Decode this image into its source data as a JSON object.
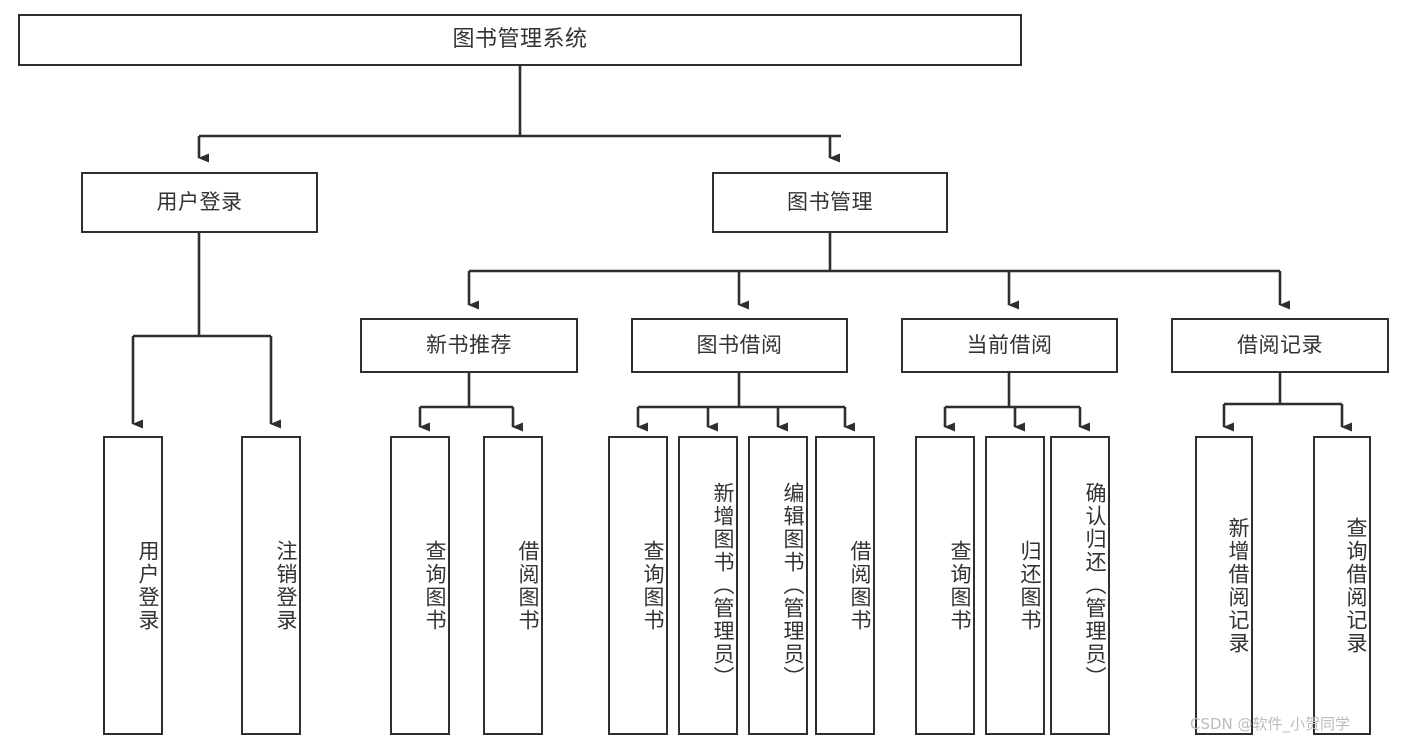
{
  "diagram": {
    "title": "图书管理系统",
    "type": "功能结构图",
    "watermark": "CSDN @软件_小贺同学",
    "colors": {
      "box_stroke": "#2f2f2f",
      "box_fill": "#ffffff",
      "text": "#333333",
      "connector": "#2f2f2f",
      "watermark": "#b9bcc0",
      "background": "#ffffff"
    },
    "root": {
      "label": "图书管理系统"
    },
    "level1": [
      {
        "label": "用户登录"
      },
      {
        "label": "图书管理"
      }
    ],
    "level2": [
      {
        "label": "新书推荐"
      },
      {
        "label": "图书借阅"
      },
      {
        "label": "当前借阅"
      },
      {
        "label": "借阅记录"
      }
    ],
    "leaves": {
      "user_login": [
        {
          "label": "用户登录"
        },
        {
          "label": "注销登录"
        }
      ],
      "new_book_recommend": [
        {
          "label": "查询图书"
        },
        {
          "label": "借阅图书"
        }
      ],
      "book_borrow": [
        {
          "label": "查询图书"
        },
        {
          "label": "新增图书（管理员）"
        },
        {
          "label": "编辑图书（管理员）"
        },
        {
          "label": "借阅图书"
        }
      ],
      "current_borrow": [
        {
          "label": "查询图书"
        },
        {
          "label": "归还图书"
        },
        {
          "label": "确认归还（管理员）"
        }
      ],
      "borrow_record": [
        {
          "label": "新增借阅记录"
        },
        {
          "label": "查询借阅记录"
        }
      ]
    }
  }
}
